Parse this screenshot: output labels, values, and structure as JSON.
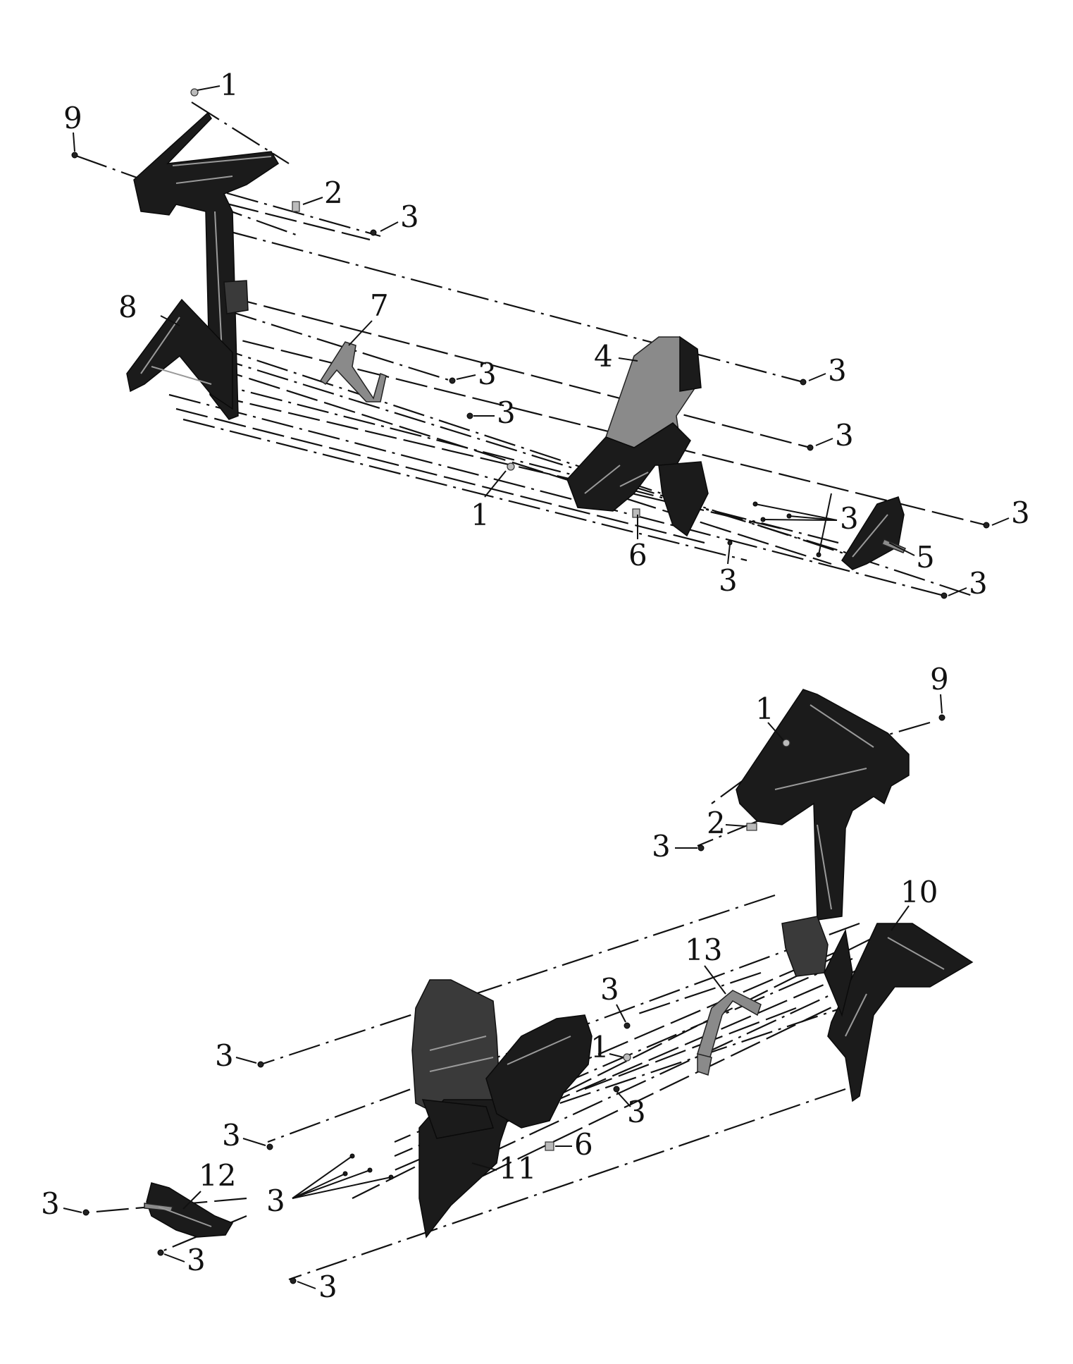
{
  "callouts": {
    "top": [
      {
        "id": "t1a",
        "label": "1"
      },
      {
        "id": "t9",
        "label": "9"
      },
      {
        "id": "t2",
        "label": "2"
      },
      {
        "id": "t3a",
        "label": "3"
      },
      {
        "id": "t8",
        "label": "8"
      },
      {
        "id": "t7",
        "label": "7"
      },
      {
        "id": "t4",
        "label": "4"
      },
      {
        "id": "t3b",
        "label": "3"
      },
      {
        "id": "t3c",
        "label": "3"
      },
      {
        "id": "t3d",
        "label": "3"
      },
      {
        "id": "t3e",
        "label": "3"
      },
      {
        "id": "t1b",
        "label": "1"
      },
      {
        "id": "t3f",
        "label": "3"
      },
      {
        "id": "t3g",
        "label": "3"
      },
      {
        "id": "t6",
        "label": "6"
      },
      {
        "id": "t5",
        "label": "5"
      },
      {
        "id": "t3h",
        "label": "3"
      },
      {
        "id": "t3i",
        "label": "3"
      }
    ],
    "bottom": [
      {
        "id": "b9",
        "label": "9"
      },
      {
        "id": "b1a",
        "label": "1"
      },
      {
        "id": "b2",
        "label": "2"
      },
      {
        "id": "b3a",
        "label": "3"
      },
      {
        "id": "b10",
        "label": "10"
      },
      {
        "id": "b13",
        "label": "13"
      },
      {
        "id": "b3b",
        "label": "3"
      },
      {
        "id": "b1b",
        "label": "1"
      },
      {
        "id": "b3c",
        "label": "3"
      },
      {
        "id": "b3d",
        "label": "3"
      },
      {
        "id": "b3e",
        "label": "3"
      },
      {
        "id": "b6",
        "label": "6"
      },
      {
        "id": "b11",
        "label": "11"
      },
      {
        "id": "b12",
        "label": "12"
      },
      {
        "id": "b3f",
        "label": "3"
      },
      {
        "id": "b3g",
        "label": "3"
      },
      {
        "id": "b3h",
        "label": "3"
      },
      {
        "id": "b3i",
        "label": "3"
      }
    ]
  }
}
